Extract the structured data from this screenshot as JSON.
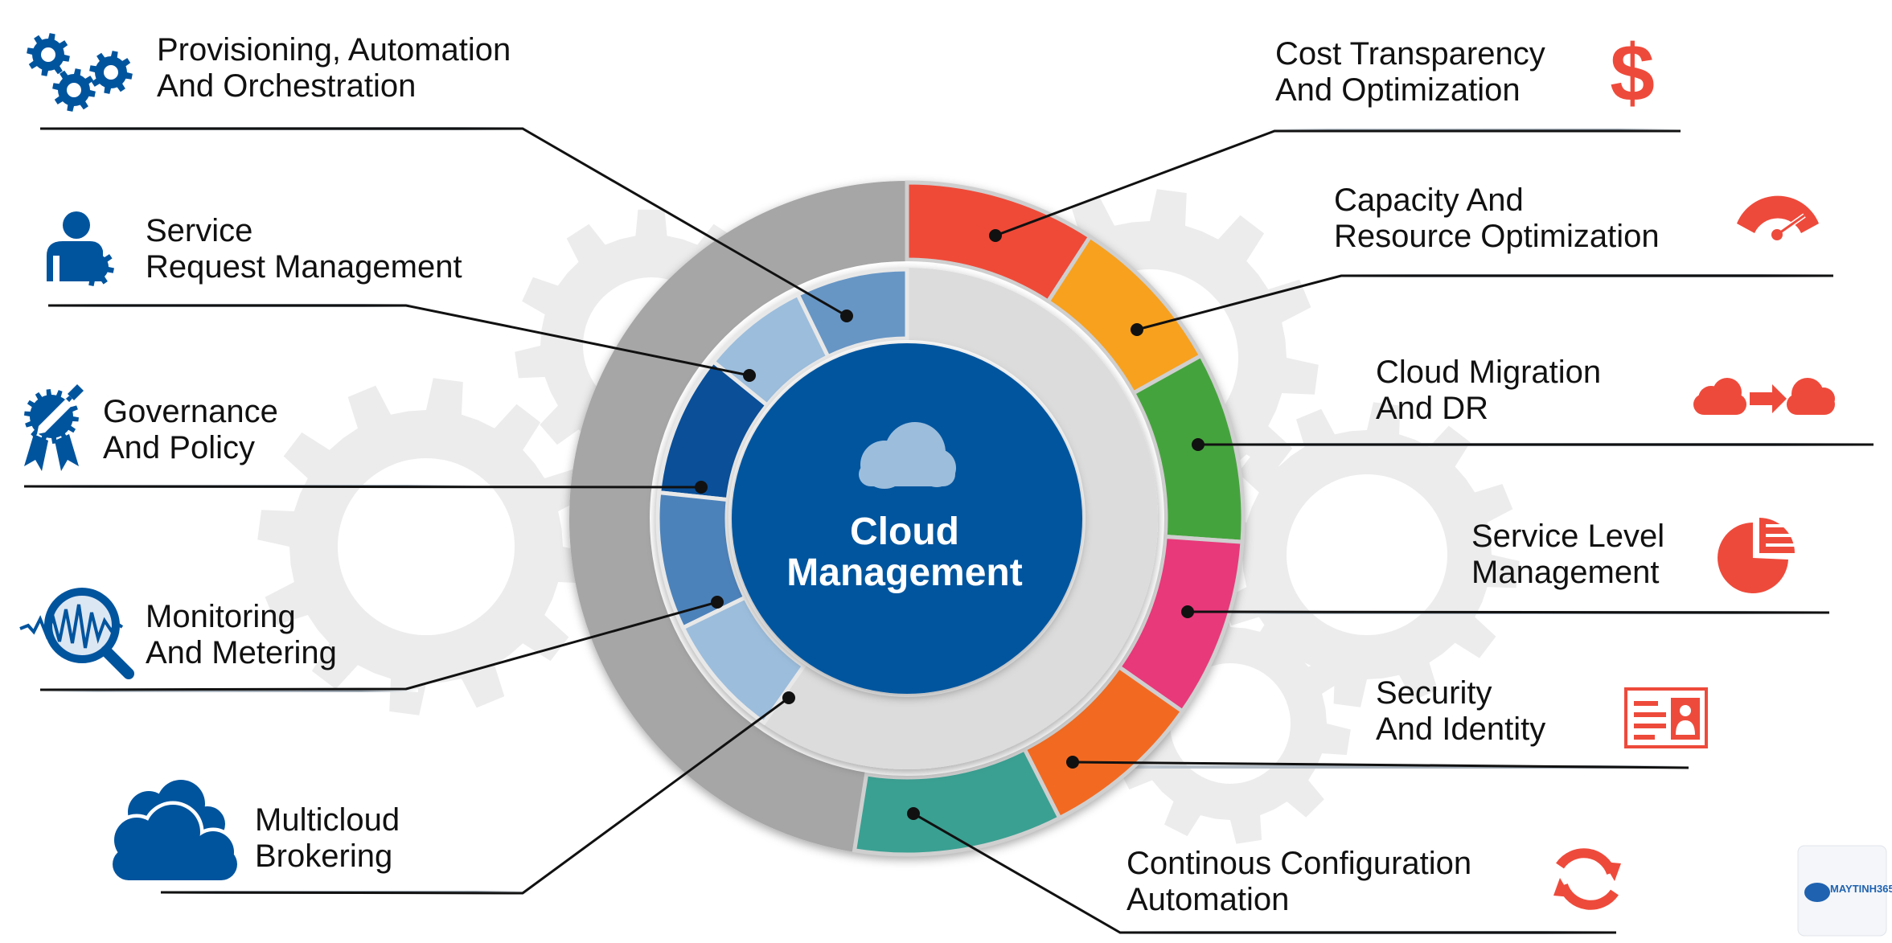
{
  "center": {
    "line1": "Cloud",
    "line2": "Management",
    "icon": "cloud-icon"
  },
  "left_items": [
    {
      "line1": "Provisioning, Automation",
      "line2": "And Orchestration",
      "icon": "gears-icon"
    },
    {
      "line1": "Service",
      "line2": "Request Management",
      "icon": "user-gear-icon"
    },
    {
      "line1": "Governance",
      "line2": "And Policy",
      "icon": "certificate-badge-icon"
    },
    {
      "line1": "Monitoring",
      "line2": "And Metering",
      "icon": "magnifier-waveform-icon"
    },
    {
      "line1": "Multicloud",
      "line2": "Brokering",
      "icon": "clouds-icon"
    }
  ],
  "right_items": [
    {
      "line1": "Cost Transparency",
      "line2": "And Optimization",
      "icon": "dollar-icon"
    },
    {
      "line1": "Capacity And",
      "line2": "Resource Optimization",
      "icon": "gauge-icon"
    },
    {
      "line1": "Cloud Migration",
      "line2": "And DR",
      "icon": "cloud-to-cloud-icon"
    },
    {
      "line1": "Service Level",
      "line2": "Management",
      "icon": "pie-chart-icon"
    },
    {
      "line1": "Security",
      "line2": "And Identity",
      "icon": "id-card-icon"
    },
    {
      "line1": "Continous Configuration",
      "line2": "Automation",
      "icon": "refresh-arrows-icon"
    }
  ],
  "watermark": {
    "text": "MAYTINH365"
  },
  "colors": {
    "primary_blue": "#00549e",
    "accent_red": "#ee4a3b",
    "ring_gray": "#a6a6a6",
    "inner_gray": "#dcdcdc",
    "segment_red": "#ef4a38",
    "segment_yellow": "#f7a11e",
    "segment_green": "#45a33d",
    "segment_pink": "#e8397a",
    "segment_orange": "#f26a21",
    "segment_teal": "#3aa092",
    "inner_blues": [
      "#6796c5",
      "#9cbddc",
      "#0a4f98",
      "#4c82ba",
      "#9cbddc"
    ]
  }
}
